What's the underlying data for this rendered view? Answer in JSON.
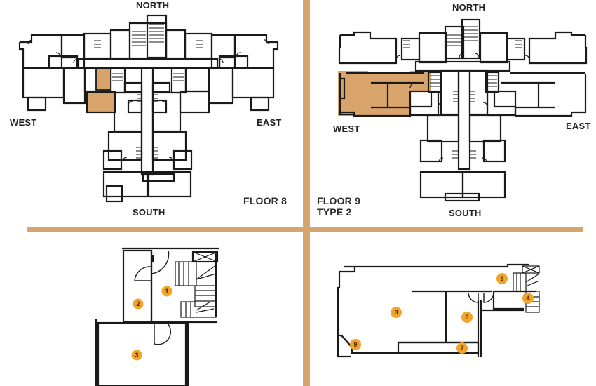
{
  "colors": {
    "divider": "#d6a56f",
    "highlight": "#d9a46b",
    "wall": "#1a1a1a",
    "badge": "#f0a52a",
    "badge_text": "#4a2a08"
  },
  "floor8": {
    "compass": {
      "north": "NORTH",
      "south": "SOUTH",
      "east": "EAST",
      "west": "WEST"
    },
    "title": "FLOOR 8"
  },
  "floor9": {
    "compass": {
      "north": "NORTH",
      "south": "SOUTH",
      "east": "EAST",
      "west": "WEST"
    },
    "title_line1": "FLOOR 9",
    "title_line2": "TYPE 2"
  },
  "unit_plan_floor8": {
    "rooms": [
      {
        "number": "1"
      },
      {
        "number": "2"
      },
      {
        "number": "3"
      }
    ]
  },
  "unit_plan_floor9": {
    "rooms": [
      {
        "number": "4"
      },
      {
        "number": "5"
      },
      {
        "number": "6"
      },
      {
        "number": "7"
      },
      {
        "number": "8"
      },
      {
        "number": "9"
      }
    ]
  }
}
